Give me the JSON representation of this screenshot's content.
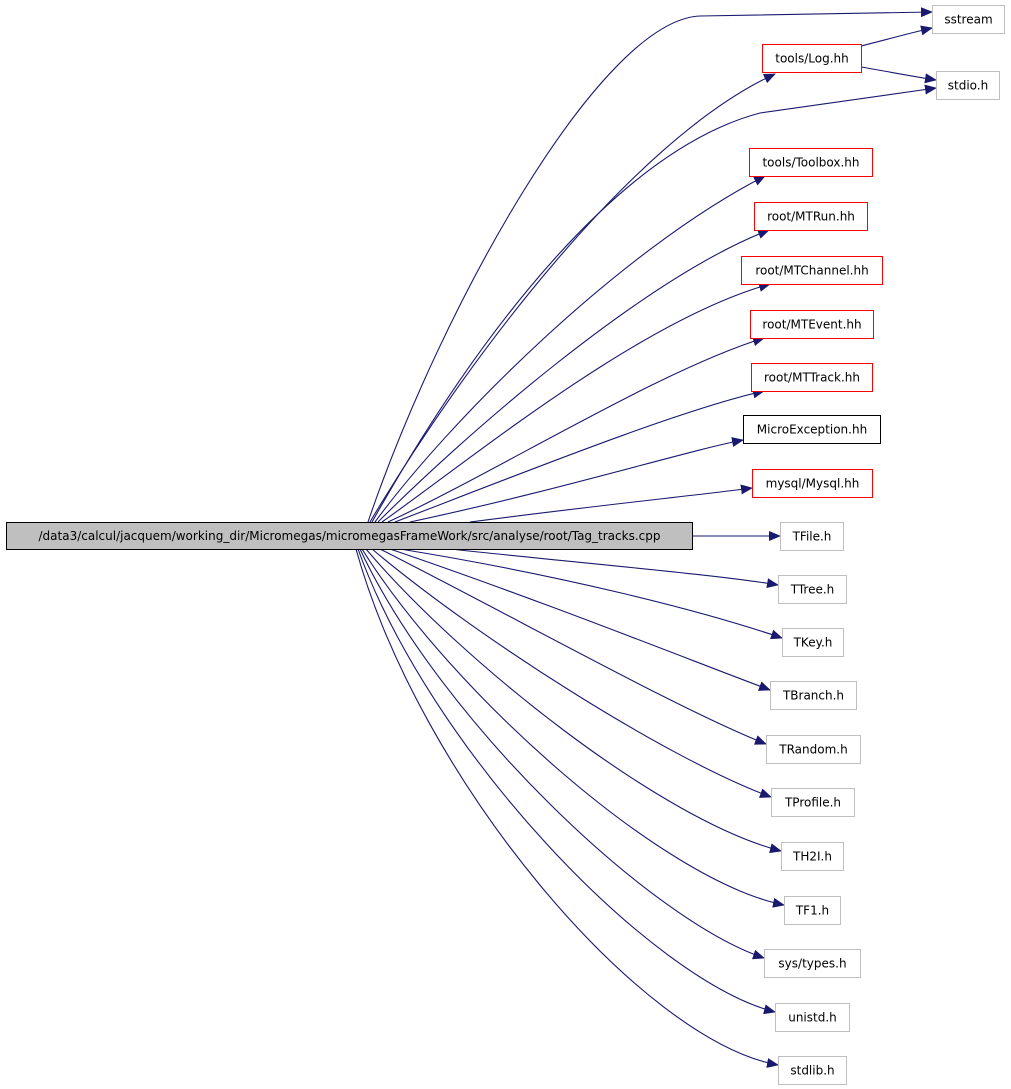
{
  "graph": {
    "root": {
      "id": "tag_tracks",
      "label": "/data3/calcul/jacquem/working_dir/Micromegas/micromegasFrameWork/src/analyse/root/Tag_tracks.cpp",
      "style": "root"
    },
    "nodes": [
      {
        "id": "sstream",
        "label": "sstream",
        "style": "external"
      },
      {
        "id": "log",
        "label": "tools/Log.hh",
        "style": "has-deps"
      },
      {
        "id": "stdio",
        "label": "stdio.h",
        "style": "external"
      },
      {
        "id": "toolbox",
        "label": "tools/Toolbox.hh",
        "style": "has-deps"
      },
      {
        "id": "mtrun",
        "label": "root/MTRun.hh",
        "style": "has-deps"
      },
      {
        "id": "mtchannel",
        "label": "root/MTChannel.hh",
        "style": "has-deps"
      },
      {
        "id": "mtevent",
        "label": "root/MTEvent.hh",
        "style": "has-deps"
      },
      {
        "id": "mttrack",
        "label": "root/MTTrack.hh",
        "style": "has-deps"
      },
      {
        "id": "microexception",
        "label": "MicroException.hh",
        "style": "local"
      },
      {
        "id": "mysql",
        "label": "mysql/Mysql.hh",
        "style": "has-deps"
      },
      {
        "id": "tfile",
        "label": "TFile.h",
        "style": "external"
      },
      {
        "id": "ttree",
        "label": "TTree.h",
        "style": "external"
      },
      {
        "id": "tkey",
        "label": "TKey.h",
        "style": "external"
      },
      {
        "id": "tbranch",
        "label": "TBranch.h",
        "style": "external"
      },
      {
        "id": "trandom",
        "label": "TRandom.h",
        "style": "external"
      },
      {
        "id": "tprofile",
        "label": "TProfile.h",
        "style": "external"
      },
      {
        "id": "th2i",
        "label": "TH2I.h",
        "style": "external"
      },
      {
        "id": "tf1",
        "label": "TF1.h",
        "style": "external"
      },
      {
        "id": "systypes",
        "label": "sys/types.h",
        "style": "external"
      },
      {
        "id": "unistd",
        "label": "unistd.h",
        "style": "external"
      },
      {
        "id": "stdlib",
        "label": "stdlib.h",
        "style": "external"
      }
    ],
    "edges": [
      {
        "from": "tag_tracks",
        "to": "sstream"
      },
      {
        "from": "tag_tracks",
        "to": "log"
      },
      {
        "from": "log",
        "to": "sstream"
      },
      {
        "from": "log",
        "to": "stdio"
      },
      {
        "from": "tag_tracks",
        "to": "stdio"
      },
      {
        "from": "tag_tracks",
        "to": "toolbox"
      },
      {
        "from": "tag_tracks",
        "to": "mtrun"
      },
      {
        "from": "tag_tracks",
        "to": "mtchannel"
      },
      {
        "from": "tag_tracks",
        "to": "mtevent"
      },
      {
        "from": "tag_tracks",
        "to": "mttrack"
      },
      {
        "from": "tag_tracks",
        "to": "microexception"
      },
      {
        "from": "tag_tracks",
        "to": "mysql"
      },
      {
        "from": "tag_tracks",
        "to": "tfile"
      },
      {
        "from": "tag_tracks",
        "to": "ttree"
      },
      {
        "from": "tag_tracks",
        "to": "tkey"
      },
      {
        "from": "tag_tracks",
        "to": "tbranch"
      },
      {
        "from": "tag_tracks",
        "to": "trandom"
      },
      {
        "from": "tag_tracks",
        "to": "tprofile"
      },
      {
        "from": "tag_tracks",
        "to": "th2i"
      },
      {
        "from": "tag_tracks",
        "to": "tf1"
      },
      {
        "from": "tag_tracks",
        "to": "systypes"
      },
      {
        "from": "tag_tracks",
        "to": "unistd"
      },
      {
        "from": "tag_tracks",
        "to": "stdlib"
      }
    ]
  },
  "colors": {
    "edge": "#191970",
    "root_fill": "#bfbfbf",
    "root_border": "#000000",
    "has_deps_border": "#ff0000",
    "local_border": "#000000",
    "external_border": "#bfbfbf",
    "node_fill": "#ffffff",
    "text": "#000000"
  }
}
